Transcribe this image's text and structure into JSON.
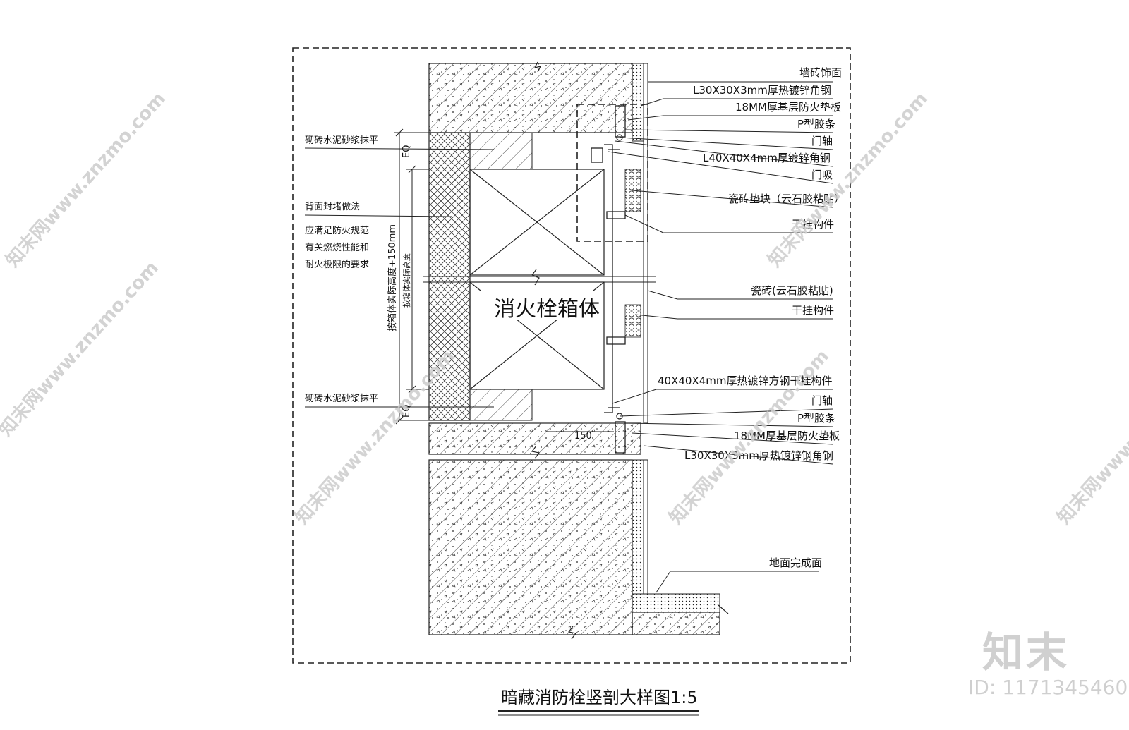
{
  "title": "暗藏消防栓竖剖大样图",
  "scale": "1:5",
  "box_label": "消火栓箱体",
  "right_labels": [
    "墙砖饰面",
    "L30X30X3mm厚热镀锌角钢",
    "18MM厚基层防火垫板",
    "P型胶条",
    "门轴",
    "L40X40X4mm厚镀锌角钢",
    "门吸",
    "瓷砖垫块（云石胶粘贴）",
    "干挂构件",
    "瓷砖(云石胶粘贴)",
    "干挂构件",
    "40X40X4mm厚热镀锌方钢干挂构件",
    "门轴",
    "P型胶条",
    "18MM厚基层防火垫板",
    "L30X30X3mm厚热镀锌钢角钢",
    "地面完成面"
  ],
  "left_labels": {
    "mortar_top": "砌砖水泥砂浆抹平",
    "back_seal": "背面封堵做法",
    "fire_note_1": "应满足防火规范",
    "fire_note_2": "有关燃烧性能和",
    "fire_note_3": "耐火极限的要求",
    "mortar_bottom": "砌砖水泥砂浆抹平"
  },
  "dimensions": {
    "eq_top": "EQ",
    "eq_bottom": "EQ",
    "outer_height": "按箱体实际高度+150mm",
    "inner_height": "按箱体实际高度",
    "slab_width": "150"
  },
  "watermark": "知末网www.znzmo.com",
  "brand": "知末",
  "id_text": "ID: 1171345460"
}
